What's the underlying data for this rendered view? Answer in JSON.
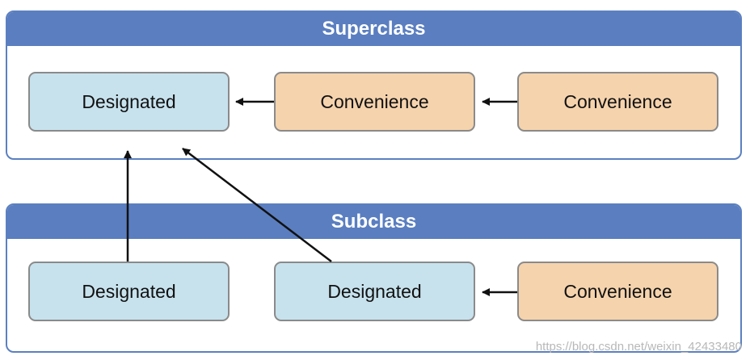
{
  "superclass": {
    "title": "Superclass",
    "nodes": [
      "Designated",
      "Convenience",
      "Convenience"
    ]
  },
  "subclass": {
    "title": "Subclass",
    "nodes": [
      "Designated",
      "Designated",
      "Convenience"
    ]
  },
  "colors": {
    "header": "#5a7ec0",
    "designated": "#c7e2ed",
    "convenience": "#f5d3ad"
  },
  "watermark": "https://blog.csdn.net/weixin_42433480"
}
